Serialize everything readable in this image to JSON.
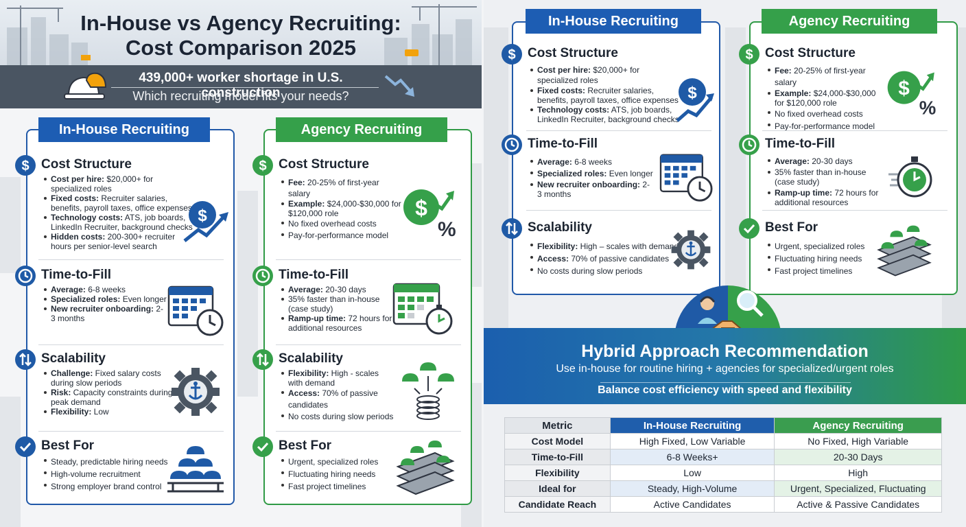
{
  "header": {
    "title_line1": "In-House vs Agency Recruiting:",
    "title_line2": "Cost Comparison 2025",
    "stat": "439,000+ worker shortage in U.S. construction",
    "question": "Which recruiting model fits your needs?"
  },
  "colors": {
    "in_house_blue": "#1d5db3",
    "agency_green": "#35a04a",
    "banner_gray": "#4a5562",
    "icon_orange": "#f2a20c"
  },
  "left": {
    "in_house": {
      "title": "In-House Recruiting",
      "cost": {
        "title": "Cost Structure",
        "items": [
          {
            "label": "Cost per hire:",
            "text": " $20,000+ for specialized roles"
          },
          {
            "label": "Fixed costs:",
            "text": " Recruiter salaries, benefits, payroll taxes, office expenses"
          },
          {
            "label": "Technology costs:",
            "text": " ATS, job boards, LinkedIn Recruiter, background checks"
          },
          {
            "label": "Hidden costs:",
            "text": " 200-300+ recruiter hours per senior-level search"
          }
        ]
      },
      "time": {
        "title": "Time-to-Fill",
        "items": [
          {
            "label": "Average:",
            "text": " 6-8 weeks"
          },
          {
            "label": "Specialized roles:",
            "text": " Even longer"
          },
          {
            "label": "New recruiter onboarding:",
            "text": " 2-3 months"
          }
        ]
      },
      "scale": {
        "title": "Scalability",
        "items": [
          {
            "label": "Challenge:",
            "text": " Fixed salary costs during slow periods"
          },
          {
            "label": "Risk:",
            "text": " Capacity constraints during peak demand"
          },
          {
            "label": "Flexibility:",
            "text": " Low"
          }
        ]
      },
      "best": {
        "title": "Best For",
        "items": [
          {
            "label": "",
            "text": "Steady, predictable hiring needs"
          },
          {
            "label": "",
            "text": "High-volume recruitment"
          },
          {
            "label": "",
            "text": "Strong employer brand control"
          }
        ]
      }
    },
    "agency": {
      "title": "Agency Recruiting",
      "cost": {
        "title": "Cost Structure",
        "items": [
          {
            "label": "Fee:",
            "text": " 20-25% of first-year salary"
          },
          {
            "label": "Example:",
            "text": " $24,000-$30,000 for $120,000 role"
          },
          {
            "label": "",
            "text": "No fixed overhead costs"
          },
          {
            "label": "",
            "text": "Pay-for-performance model"
          }
        ]
      },
      "time": {
        "title": "Time-to-Fill",
        "items": [
          {
            "label": "Average:",
            "text": " 20-30 days"
          },
          {
            "label": "",
            "text": "35% faster than in-house (case study)"
          },
          {
            "label": "Ramp-up time:",
            "text": " 72 hours for additional resources"
          }
        ]
      },
      "scale": {
        "title": "Scalability",
        "items": [
          {
            "label": "Flexibility:",
            "text": " High - scales with demand"
          },
          {
            "label": "Access:",
            "text": " 70% of passive candidates"
          },
          {
            "label": "",
            "text": "No costs during slow periods"
          }
        ]
      },
      "best": {
        "title": "Best For",
        "items": [
          {
            "label": "",
            "text": "Urgent, specialized roles"
          },
          {
            "label": "",
            "text": "Fluctuating hiring needs"
          },
          {
            "label": "",
            "text": "Fast project timelines"
          }
        ]
      }
    }
  },
  "right": {
    "in_house": {
      "title": "In-House Recruiting",
      "cost": {
        "title": "Cost Structure",
        "items": [
          {
            "label": "Cost per hire:",
            "text": " $20,000+ for specialized roles"
          },
          {
            "label": "Fixed costs:",
            "text": " Recruiter salaries, benefits, payroll taxes, office expenses"
          },
          {
            "label": "Technology costs:",
            "text": " ATS, job boards, LinkedIn Recruiter, background checks"
          }
        ]
      },
      "time": {
        "title": "Time-to-Fill",
        "items": [
          {
            "label": "Average:",
            "text": " 6-8 weeks"
          },
          {
            "label": "Specialized roles:",
            "text": " Even longer"
          },
          {
            "label": "New recruiter onboarding:",
            "text": " 2-3 months"
          }
        ]
      },
      "scale": {
        "title": "Scalability",
        "items": [
          {
            "label": "Flexibility:",
            "text": " High – scales with demand"
          },
          {
            "label": "Access:",
            "text": " 70% of passive candidates"
          },
          {
            "label": "",
            "text": "No costs during slow periods"
          }
        ]
      }
    },
    "agency": {
      "title": "Agency Recruiting",
      "cost": {
        "title": "Cost Structure",
        "items": [
          {
            "label": "Fee:",
            "text": " 20-25% of first-year salary"
          },
          {
            "label": "Example:",
            "text": " $24,000-$30,000 for $120,000 role"
          },
          {
            "label": "",
            "text": "No fixed overhead costs"
          },
          {
            "label": "",
            "text": "Pay-for-performance model"
          }
        ]
      },
      "time": {
        "title": "Time-to-Fill",
        "items": [
          {
            "label": "Average:",
            "text": " 20-30 days"
          },
          {
            "label": "",
            "text": "35% faster than in-house (case study)"
          },
          {
            "label": "Ramp-up time:",
            "text": " 72 hours for additional resources"
          }
        ]
      },
      "best": {
        "title": "Best For",
        "items": [
          {
            "label": "",
            "text": "Urgent, specialized roles"
          },
          {
            "label": "",
            "text": "Fluctuating hiring needs"
          },
          {
            "label": "",
            "text": "Fast project timelines"
          }
        ]
      }
    },
    "hybrid": {
      "title": "Hybrid Approach Recommendation",
      "subtitle": "Use in-house for routine hiring + agencies for specialized/urgent roles",
      "note": "Balance cost efficiency with speed and flexibility"
    },
    "table": {
      "headers": [
        "Metric",
        "In-House Recruiting",
        "Agency Recruiting"
      ],
      "rows": [
        [
          "Cost Model",
          "High Fixed, Low Variable",
          "No Fixed, High Variable"
        ],
        [
          "Time-to-Fill",
          "6-8 Weeks+",
          "20-30 Days"
        ],
        [
          "Flexibility",
          "Low",
          "High"
        ],
        [
          "Ideal for",
          "Steady, High-Volume",
          "Urgent, Specialized, Fluctuating"
        ],
        [
          "Candidate Reach",
          "Active Candidates",
          "Active & Passive Candidates"
        ]
      ]
    }
  }
}
